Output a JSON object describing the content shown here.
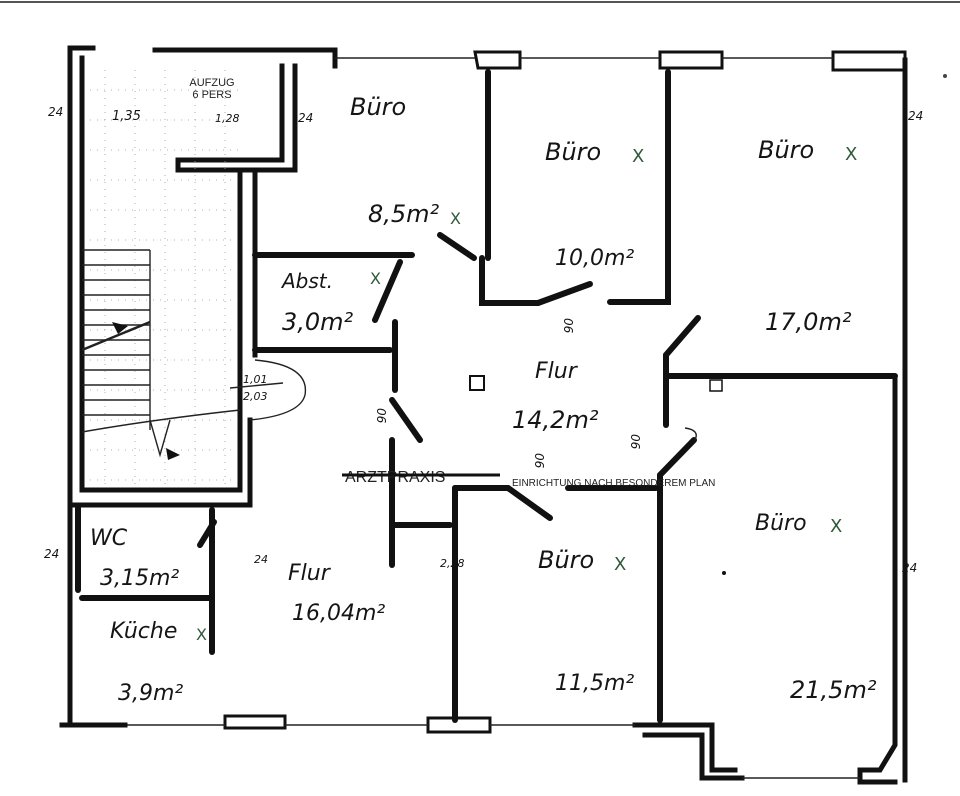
{
  "lift": {
    "line1": "AUFZUG",
    "line2": "6 PERS"
  },
  "dims": {
    "a": "1,35",
    "b": "1,28",
    "c": "24",
    "door": "1,01",
    "door2": "2,03",
    "stair": "2,28"
  },
  "rooms": {
    "buero_top_left": {
      "name": "Büro",
      "area": "8,5m²"
    },
    "buero_top_mid": {
      "name": "Büro",
      "area": "10,0m²"
    },
    "buero_top_right": {
      "name": "Büro",
      "area": "17,0m²"
    },
    "abst": {
      "name": "Abst.",
      "area": "3,0m²"
    },
    "flur_mid": {
      "name": "Flur",
      "area": "14,2m²"
    },
    "wc": {
      "name": "WC",
      "area": "3,15m²"
    },
    "flur_low": {
      "name": "Flur",
      "area": "16,04m²"
    },
    "kueche": {
      "name": "Küche",
      "area": "3,9m²"
    },
    "buero_low_mid": {
      "name": "Büro",
      "area": "11,5m²"
    },
    "buero_low_right": {
      "name": "Büro",
      "area": "21,5m²"
    }
  },
  "marks": {
    "x": "X",
    "door_note": "06"
  },
  "banner": {
    "left": "ARZTPRAXIS",
    "right": "EINRICHTUNG NACH BESONDEREM PLAN"
  }
}
